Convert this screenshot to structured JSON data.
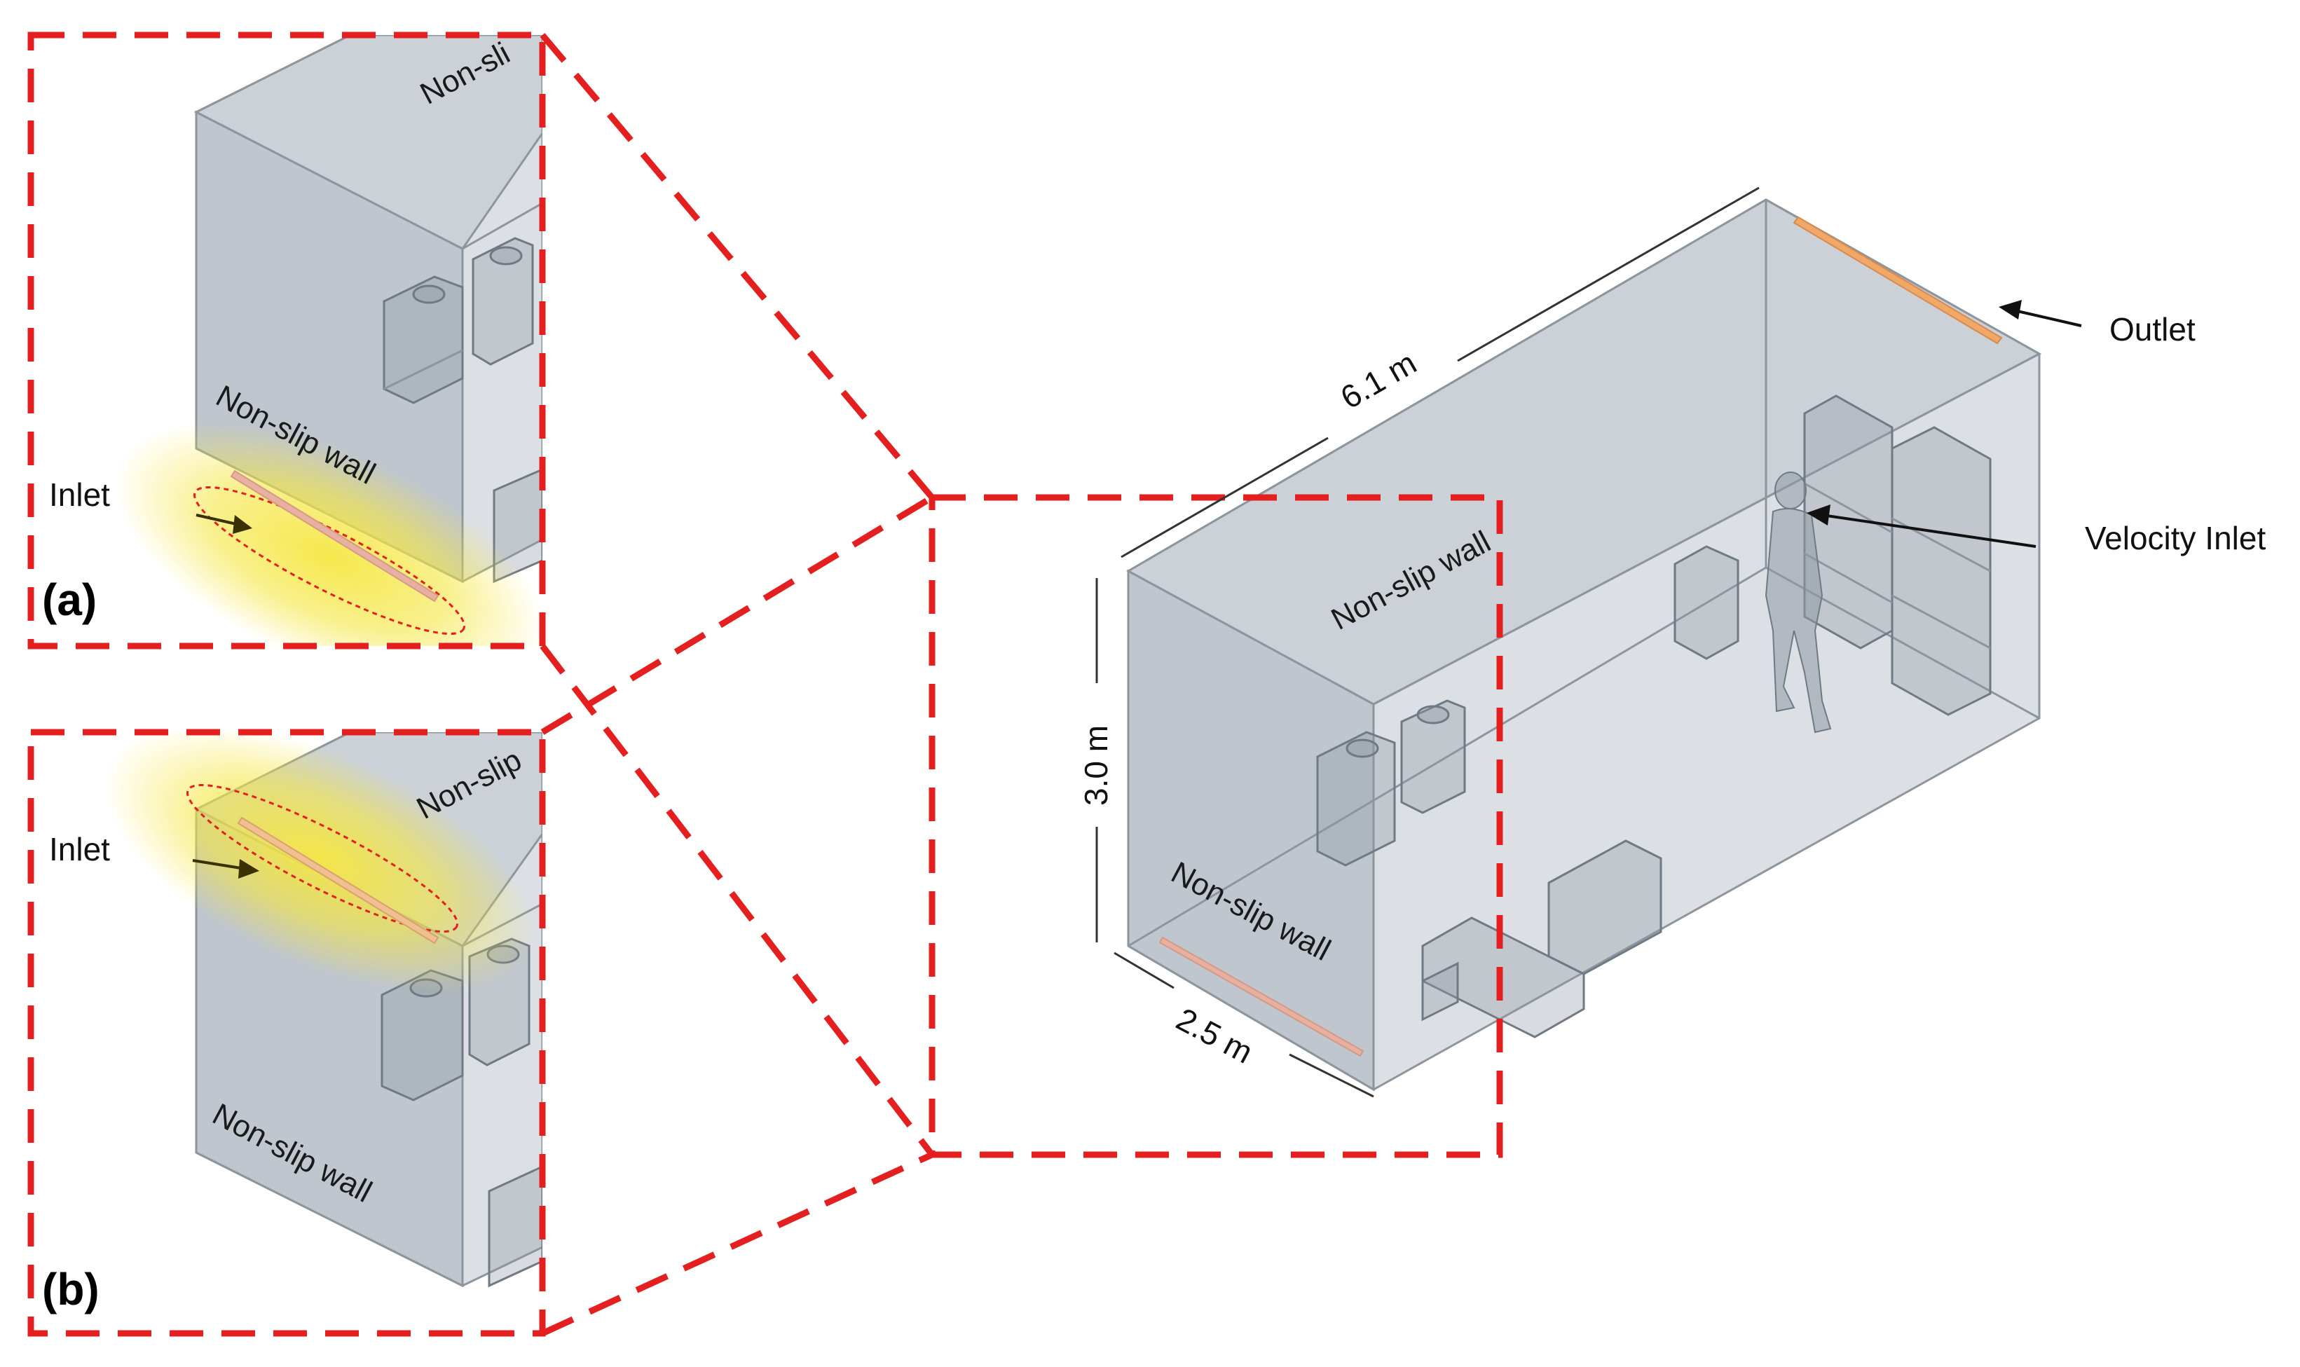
{
  "figure": {
    "panels": {
      "a": {
        "label": "(a)",
        "inlet_label": "Inlet",
        "wall_label_top": "Non-sli",
        "wall_label_bottom": "Non-slip wall"
      },
      "b": {
        "label": "(b)",
        "inlet_label": "Inlet",
        "wall_label_top": "Non-slip",
        "wall_label_bottom": "Non-slip wall"
      }
    },
    "room": {
      "wall_label_back": "Non-slip wall",
      "wall_label_floor": "Non-slip wall",
      "length": "6.1 m",
      "height": "3.0 m",
      "width": "2.5 m",
      "outlet_label": "Outlet",
      "velocity_inlet_label": "Velocity Inlet"
    },
    "colors": {
      "callout_dash": "#e41f1f",
      "outlet_strip": "#f0a868",
      "inlet_strip": "#e8b0a0",
      "inlet_glow": "#f5e642"
    }
  }
}
